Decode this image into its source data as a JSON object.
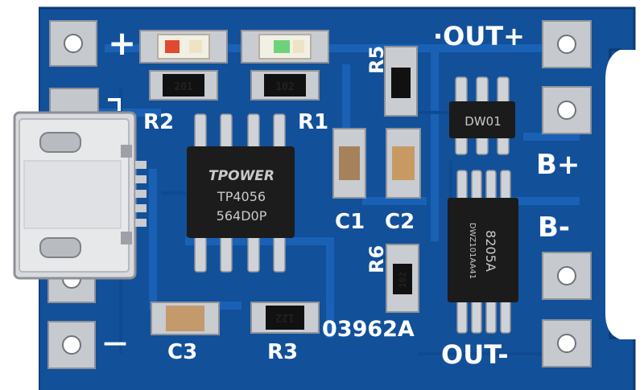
{
  "board": {
    "colors": {
      "pcb": "#12509a",
      "pcb_dark": "#0e3f7e",
      "trace": "#1a62b5",
      "silkscreen": "#ffffff",
      "pad": "#c9ccd1",
      "chip": "#1b1b1b"
    },
    "labels": {
      "plus": "+",
      "minus": "—",
      "out_plus": "·OUT+",
      "out_minus": "OUT-",
      "b_plus": "B+",
      "b_minus": "B-",
      "r1": "R1",
      "r2": "R2",
      "r3": "R3",
      "r5": "R5",
      "r6": "R6",
      "c1": "C1",
      "c2": "C2",
      "c3": "C3",
      "board_code": "03962A"
    },
    "chips": {
      "tp4056_line1": "TPOWER",
      "tp4056_line2": "TP4056",
      "tp4056_line3": "564D0P",
      "dw01": "DW01",
      "fs8205_line1": "8205A",
      "fs8205_line2": "DWZ101AA41"
    },
    "resistor_codes": {
      "r1": "102",
      "r2": "201",
      "r3": "122",
      "r6": "102"
    },
    "icons": {
      "usb": "micro-usb-connector-icon",
      "led": "smd-led-icon",
      "hole": "plated-mounting-hole-icon"
    }
  }
}
